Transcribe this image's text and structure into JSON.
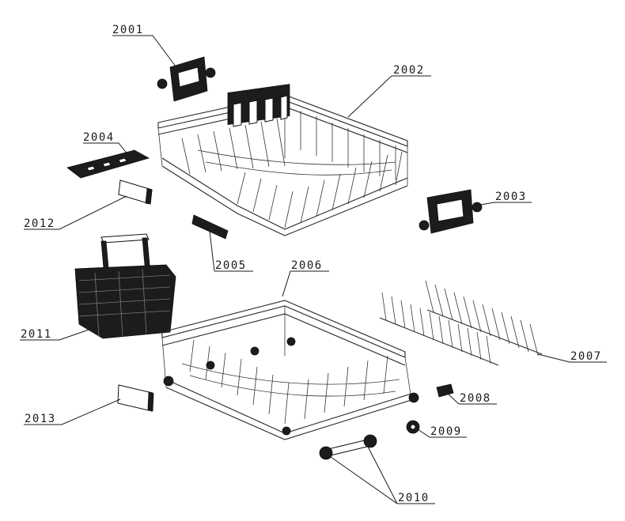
{
  "parts": [
    {
      "id": "p2001",
      "number": "2001"
    },
    {
      "id": "p2002",
      "number": "2002"
    },
    {
      "id": "p2003",
      "number": "2003"
    },
    {
      "id": "p2004",
      "number": "2004"
    },
    {
      "id": "p2005",
      "number": "2005"
    },
    {
      "id": "p2006",
      "number": "2006"
    },
    {
      "id": "p2007",
      "number": "2007"
    },
    {
      "id": "p2008",
      "number": "2008"
    },
    {
      "id": "p2009",
      "number": "2009"
    },
    {
      "id": "p2010",
      "number": "2010"
    },
    {
      "id": "p2011",
      "number": "2011"
    },
    {
      "id": "p2012",
      "number": "2012"
    },
    {
      "id": "p2013",
      "number": "2013"
    }
  ]
}
